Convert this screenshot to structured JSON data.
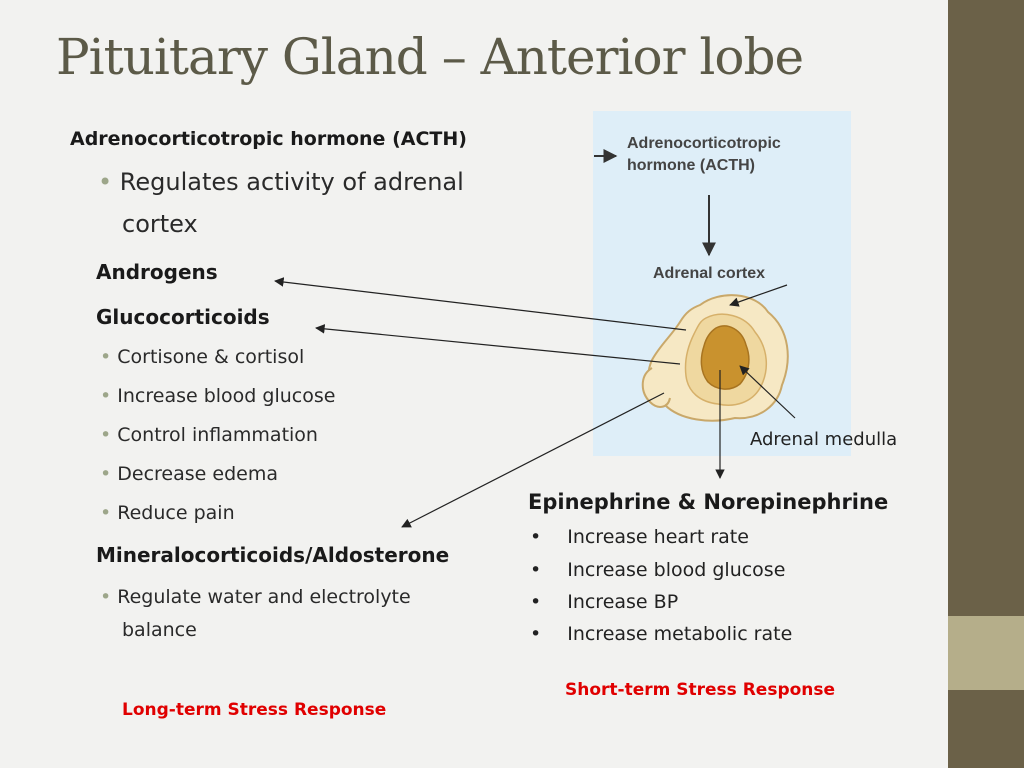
{
  "title": "Pituitary Gland – Anterior lobe",
  "left": {
    "acth_heading": "Adrenocorticotropic hormone (ACTH)",
    "acth_bullet_line1": "Regulates activity of adrenal",
    "acth_bullet_line2": "cortex",
    "androgens": "Androgens",
    "glucocorticoids": "Glucocorticoids",
    "gluco_items": [
      "Cortisone & cortisol",
      "Increase blood glucose",
      "Control inflammation",
      "Decrease edema",
      "Reduce pain"
    ],
    "mineralocorticoids": "Mineralocorticoids/Aldosterone",
    "mineral_line1": "Regulate water and electrolyte",
    "mineral_line2": "balance",
    "long_term": "Long-term Stress Response"
  },
  "diagram": {
    "acth_line1": "Adrenocorticotropic",
    "acth_line2": "hormone (ACTH)",
    "adrenal_cortex": "Adrenal cortex",
    "adrenal_medulla": "Adrenal medulla"
  },
  "right": {
    "heading": "Epinephrine & Norepinephrine",
    "items": [
      "Increase heart rate",
      "Increase blood glucose",
      "Increase BP",
      "Increase metabolic rate"
    ],
    "short_term": "Short-term Stress Response"
  },
  "colors": {
    "sidebar": "#6b6148",
    "sidebar_accent": "#b5ae8a",
    "bullet": "#9da68a",
    "response_text": "#e00000",
    "diagram_bg": "#deeef8"
  }
}
